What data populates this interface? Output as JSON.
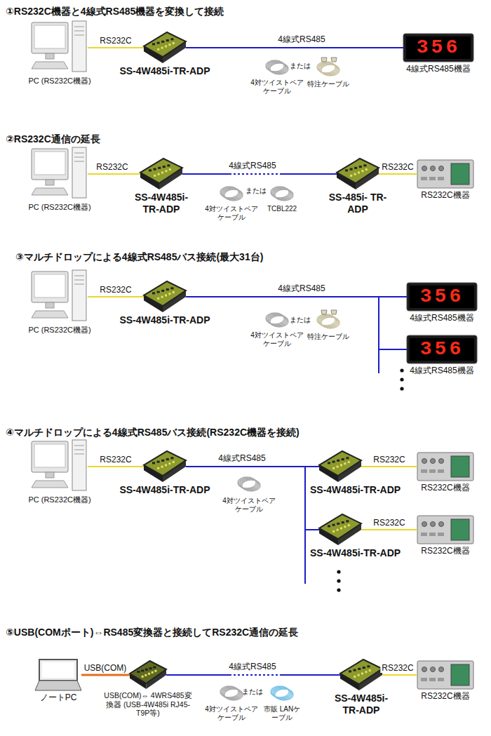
{
  "diagram": {
    "nodes": [
      {
        "text": [
          "PC (RS232C機器)"
        ]
      },
      {
        "text": [
          "SS-4W485i-TR-ADP"
        ]
      },
      {
        "text": [
          "356",
          "4線式RS485機器"
        ]
      },
      {
        "text": [
          "PC (RS232C機器)"
        ]
      },
      {
        "text": [
          "SS-4W485i- TR-ADP"
        ]
      },
      {
        "text": [
          "SS-485i- TR-ADP"
        ]
      },
      {
        "text": [
          "RS232C機器"
        ]
      },
      {
        "text": [
          "PC (RS232C機器)"
        ]
      },
      {
        "text": [
          "SS-4W485i-TR-ADP"
        ]
      },
      {
        "text": [
          "356",
          "4線式RS485機器"
        ]
      },
      {
        "text": [
          "356",
          "4線式RS485機器"
        ]
      },
      {
        "text": [
          "PC (RS232C機器)"
        ]
      },
      {
        "text": [
          "SS-4W485i-TR-ADP"
        ]
      },
      {
        "text": [
          "SS-4W485i-TR-ADP"
        ]
      },
      {
        "text": [
          "RS232C機器"
        ]
      },
      {
        "text": [
          "SS-4W485i-TR-ADP"
        ]
      },
      {
        "text": [
          "RS232C機器"
        ]
      },
      {
        "text": [
          "ノートPC"
        ]
      },
      {
        "text": [
          "USB(COM)⇔ 4WRS485変換器 (USB-4W485i RJ45-T9P等)"
        ]
      },
      {
        "text": [
          "SS-4W485i- TR-ADP"
        ]
      },
      {
        "text": [
          "RS232C機器"
        ]
      }
    ],
    "edges": [
      {
        "from": 0,
        "to": 1,
        "arrow": "none",
        "label": "RS232C"
      },
      {
        "from": 1,
        "to": 2,
        "arrow": "none",
        "label": "4線式RS485"
      },
      {
        "from": 3,
        "to": 4,
        "arrow": "none",
        "label": "RS232C"
      },
      {
        "from": 4,
        "to": 5,
        "arrow": "none",
        "label": "4線式RS485"
      },
      {
        "from": 5,
        "to": 6,
        "arrow": "none",
        "label": "RS232C"
      },
      {
        "from": 7,
        "to": 8,
        "arrow": "none",
        "label": "RS232C"
      },
      {
        "from": 8,
        "to": 9,
        "arrow": "none",
        "label": "4線式RS485"
      },
      {
        "from": 8,
        "to": 10,
        "arrow": "none"
      },
      {
        "from": 11,
        "to": 12,
        "arrow": "none",
        "label": "RS232C"
      },
      {
        "from": 12,
        "to": 13,
        "arrow": "none",
        "label": "4線式RS485"
      },
      {
        "from": 12,
        "to": 15,
        "arrow": "none"
      },
      {
        "from": 13,
        "to": 14,
        "arrow": "none",
        "label": "RS232C"
      },
      {
        "from": 15,
        "to": 16,
        "arrow": "none",
        "label": "RS232C"
      },
      {
        "from": 17,
        "to": 18,
        "arrow": "none",
        "label": "USB(COM)"
      },
      {
        "from": 18,
        "to": 19,
        "arrow": "none",
        "label": "4線式RS485"
      },
      {
        "from": 19,
        "to": 20,
        "arrow": "none",
        "label": "RS232C"
      }
    ],
    "labels": [
      "①RS232C機器と4線式RS485機器を変換して接続",
      "4対ツイストペア ケーブル",
      "または",
      "特注ケーブル",
      "②RS232C通信の延長",
      "4対ツイストペア ケーブル",
      "または",
      "TCBL222",
      "③マルチドロップによる4線式RS485バス接続(最大31台)",
      "4対ツイストペア ケーブル",
      "または",
      "特注ケーブル",
      "④マルチドロップによる4線式RS485バス接続(RS232C機器を接続)",
      "4対ツイストペア ケーブル",
      "⑤USB(COMポート)⇔RS485変換器と接続してRS232C通信の延長",
      "4対ツイストペア ケーブル",
      "または",
      "市販 LANケーブル"
    ]
  }
}
